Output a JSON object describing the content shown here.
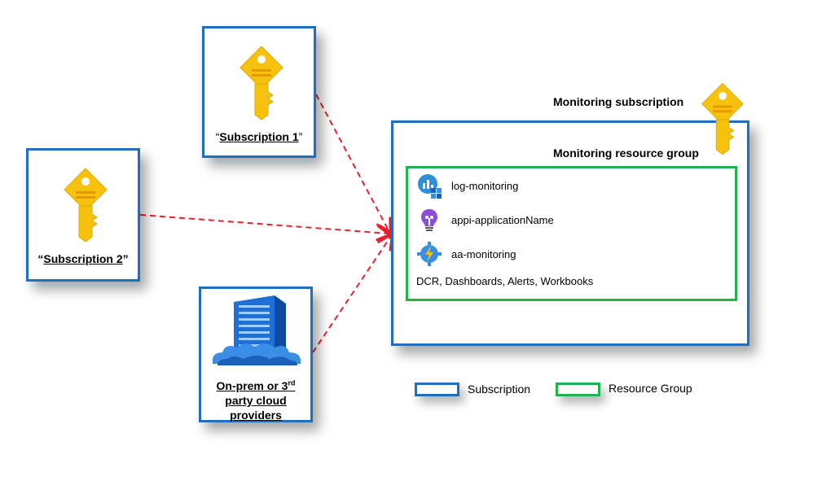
{
  "subscriptions": [
    {
      "quote_open": "“",
      "name": "Subscription 1",
      "quote_close": "”"
    },
    {
      "quote_open": "“",
      "name": "Subscription 2",
      "quote_close": "”"
    }
  ],
  "onprem": {
    "line1_a": "On-prem or 3",
    "line1_sup": "rd",
    "line2": "party cloud",
    "line3": "providers"
  },
  "monitoring": {
    "subscription_title": "Monitoring subscription",
    "resource_group_title": "Monitoring resource group",
    "resources": [
      {
        "label": "log-monitoring",
        "icon": "log-analytics-icon"
      },
      {
        "label": "appi-applicationName",
        "icon": "application-insights-icon"
      },
      {
        "label": "aa-monitoring",
        "icon": "automation-account-icon"
      }
    ],
    "extra": "DCR, Dashboards, Alerts, Workbooks"
  },
  "legend": [
    {
      "label": "Subscription",
      "color": "#1f6fbf"
    },
    {
      "label": "Resource Group",
      "color": "#22b24c"
    }
  ],
  "colors": {
    "subscription_border": "#1f6fbf",
    "resource_group_border": "#22b24c",
    "arrow": "#e8202a",
    "key": "#f7c20e"
  }
}
